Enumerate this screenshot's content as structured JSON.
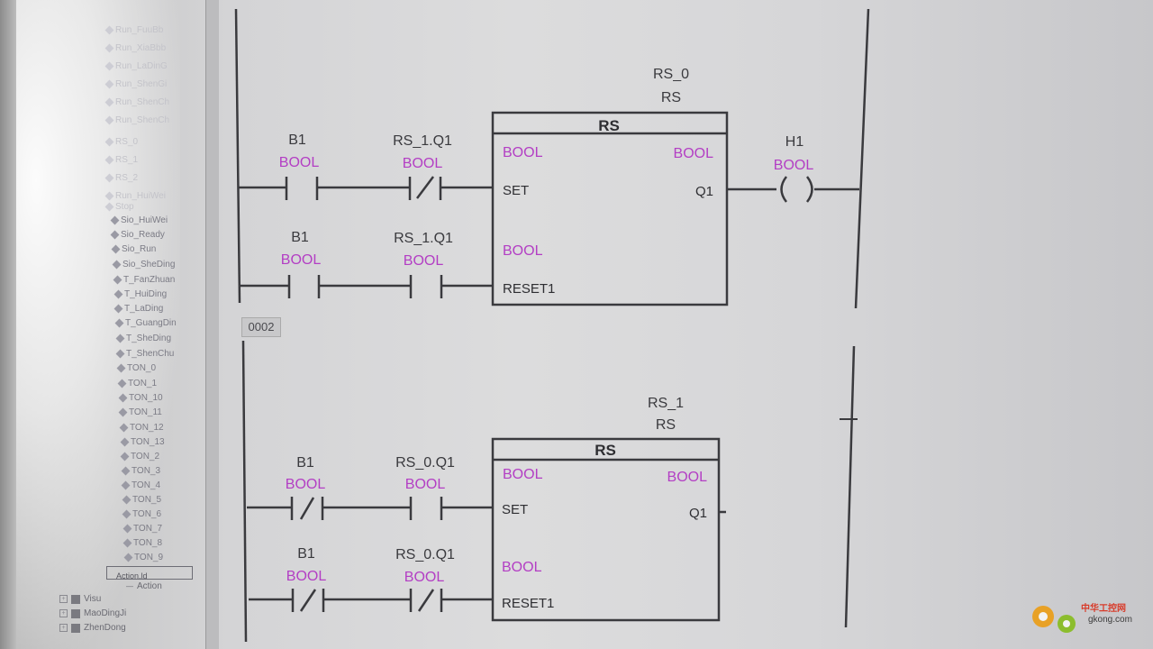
{
  "tree": {
    "items": [
      {
        "label": "Run_FuuBb"
      },
      {
        "label": "Run_XiaBbb"
      },
      {
        "label": "Run_LaDinG"
      },
      {
        "label": "Run_ShenGi"
      },
      {
        "label": "Run_ShenCh"
      },
      {
        "label": "Run_ShenCh"
      },
      {
        "label": "RS_0"
      },
      {
        "label": "RS_1"
      },
      {
        "label": "RS_2"
      },
      {
        "label": "Run_HuiWei"
      },
      {
        "label": "Stop"
      },
      {
        "label": "Sio_HuiWei"
      },
      {
        "label": "Sio_Ready"
      },
      {
        "label": "Sio_Run"
      },
      {
        "label": "Sio_SheDing"
      },
      {
        "label": "T_FanZhuan"
      },
      {
        "label": "T_HuiDing"
      },
      {
        "label": "T_LaDing"
      },
      {
        "label": "T_GuangDin"
      },
      {
        "label": "T_SheDing"
      },
      {
        "label": "T_ShenChu"
      },
      {
        "label": "TON_0"
      },
      {
        "label": "TON_1"
      },
      {
        "label": "TON_10"
      },
      {
        "label": "TON_11"
      },
      {
        "label": "TON_12"
      },
      {
        "label": "TON_13"
      },
      {
        "label": "TON_2"
      },
      {
        "label": "TON_3"
      },
      {
        "label": "TON_4"
      },
      {
        "label": "TON_5"
      },
      {
        "label": "TON_6"
      },
      {
        "label": "TON_7"
      },
      {
        "label": "TON_8"
      },
      {
        "label": "TON_9"
      }
    ],
    "selected": "Action.ld",
    "action": "Action",
    "bottom": [
      "Visu",
      "MaoDingJi",
      "ZhenDong"
    ]
  },
  "rung2_number": "0002",
  "rung1": {
    "block_instance": "RS_0",
    "block_type": "RS",
    "block_title": "RS",
    "contact1": {
      "name": "B1",
      "type": "BOOL"
    },
    "contact2": {
      "name": "RS_1.Q1",
      "type": "BOOL"
    },
    "contact3": {
      "name": "B1",
      "type": "BOOL"
    },
    "contact4": {
      "name": "RS_1.Q1",
      "type": "BOOL"
    },
    "in_set_type": "BOOL",
    "in_set": "SET",
    "in_reset_type": "BOOL",
    "in_reset": "RESET1",
    "out_type": "BOOL",
    "out": "Q1",
    "coil": {
      "name": "H1",
      "type": "BOOL"
    }
  },
  "rung2": {
    "block_instance": "RS_1",
    "block_type": "RS",
    "block_title": "RS",
    "contact1": {
      "name": "B1",
      "type": "BOOL"
    },
    "contact2": {
      "name": "RS_0.Q1",
      "type": "BOOL"
    },
    "contact3": {
      "name": "B1",
      "type": "BOOL"
    },
    "contact4": {
      "name": "RS_0.Q1",
      "type": "BOOL"
    },
    "in_set_type": "BOOL",
    "in_set": "SET",
    "in_reset_type": "BOOL",
    "in_reset": "RESET1",
    "out_type": "BOOL",
    "out": "Q1"
  },
  "watermark": {
    "name": "中华工控网",
    "url": "gkong.com"
  }
}
